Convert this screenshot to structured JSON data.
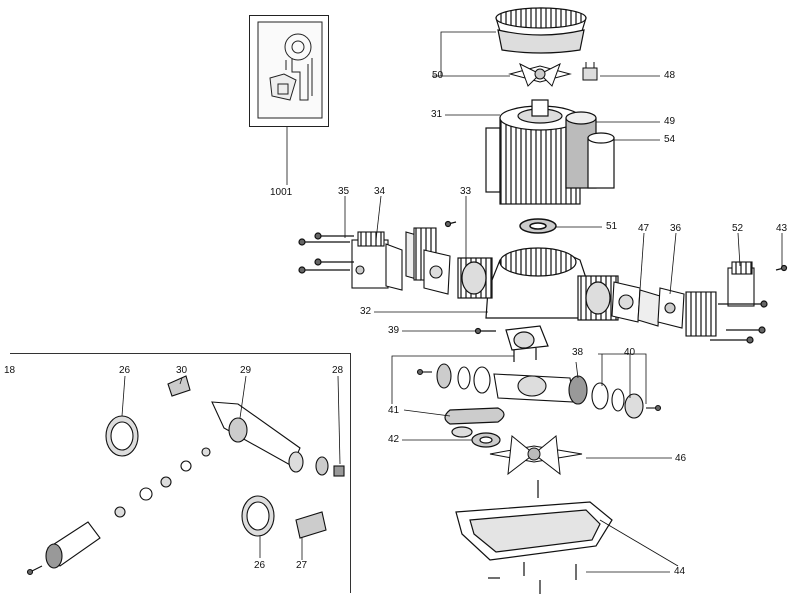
{
  "title": "",
  "callouts": {
    "c50": "50",
    "c48": "48",
    "c31": "31",
    "c49": "49",
    "c54": "54",
    "c1001": "1001",
    "c35": "35",
    "c34": "34",
    "c33": "33",
    "c51": "51",
    "c47": "47",
    "c36": "36",
    "c52": "52",
    "c43": "43",
    "c32": "32",
    "c39": "39",
    "c38": "38",
    "c40": "40",
    "c41": "41",
    "c42": "42",
    "c46": "46",
    "c44": "44",
    "c18": "18",
    "c26a": "26",
    "c30": "30",
    "c29": "29",
    "c28": "28",
    "c26b": "26",
    "c27": "27"
  },
  "colors": {
    "line": "#111111",
    "fill": "#ffffff",
    "shade": "#d8d8d8",
    "dark": "#333333"
  }
}
